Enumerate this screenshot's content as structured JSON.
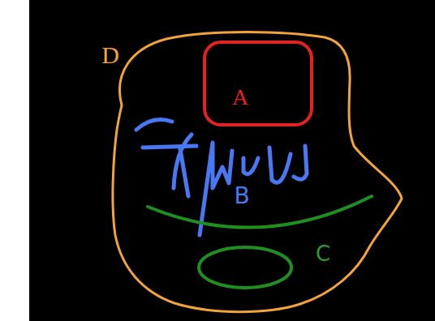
{
  "diagram": {
    "nodes": [
      {
        "text": [
          "D"
        ]
      },
      {
        "text": [
          "A"
        ],
        "in": 0
      }
    ],
    "labels": [
      "B",
      "C"
    ]
  }
}
